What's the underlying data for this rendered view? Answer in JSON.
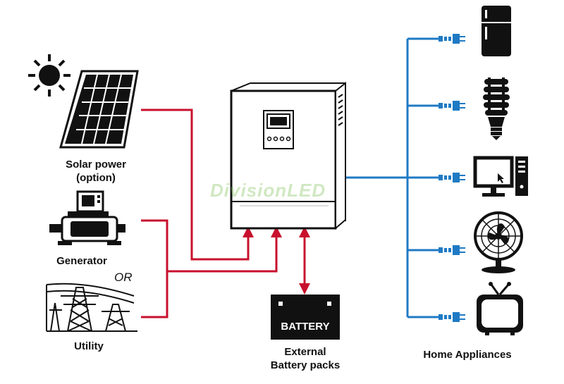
{
  "labels": {
    "solar_line1": "Solar power",
    "solar_line2": "(option)",
    "generator": "Generator",
    "or": "OR",
    "utility": "Utility",
    "battery_text": "BATTERY",
    "external_line1": "External",
    "external_line2": "Battery packs",
    "appliances": "Home Appliances"
  },
  "watermark": "DivisionLED",
  "colors": {
    "input_line": "#c8102e",
    "output_line": "#1f7ac4",
    "outline": "#111111",
    "watermark": "#7cbd52"
  },
  "icons": [
    "sun-icon",
    "solar-panel-icon",
    "generator-icon",
    "utility-pylon-icon",
    "inverter-icon",
    "battery-icon",
    "fridge-icon",
    "bulb-icon",
    "computer-icon",
    "fan-icon",
    "tv-icon",
    "plug-icon"
  ]
}
